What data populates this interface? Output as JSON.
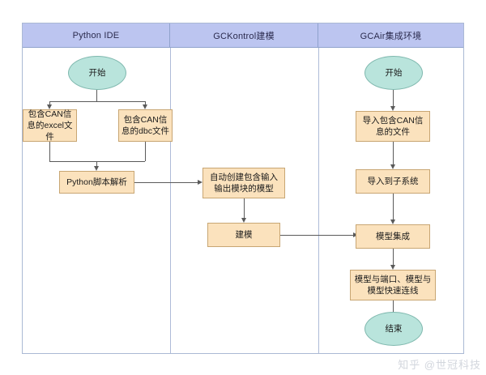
{
  "diagram": {
    "type": "swimlane-flowchart",
    "lanes": [
      {
        "id": "lane-python-ide",
        "label": "Python IDE"
      },
      {
        "id": "lane-gckontrol",
        "label": "GCKontrol建模"
      },
      {
        "id": "lane-gcair",
        "label": "GCAir集成环境"
      }
    ],
    "colors": {
      "lane_header_fill": "#bcc5f0",
      "lane_border": "#aab9d4",
      "process_fill": "#fbe2bd",
      "process_border": "#c8a673",
      "terminator_fill": "#b9e4dc",
      "terminator_border": "#7fb8ae",
      "connector": "#5a5a5a",
      "watermark": "#d2d6dd"
    },
    "nodes": {
      "start_left": "开始",
      "excel_file": "包含CAN信息的excel文件",
      "dbc_file": "包含CAN信息的dbc文件",
      "python_parse": "Python脚本解析",
      "auto_create_model": "自动创建包含输入输出模块的模型",
      "modeling": "建模",
      "start_right": "开始",
      "import_can_file": "导入包含CAN信息的文件",
      "import_subsystem": "导入到子系统",
      "model_integration": "模型集成",
      "quick_connect": "模型与端口、模型与模型快速连线",
      "end_right": "结束"
    }
  },
  "watermark": {
    "text": "知乎 @世冠科技"
  }
}
